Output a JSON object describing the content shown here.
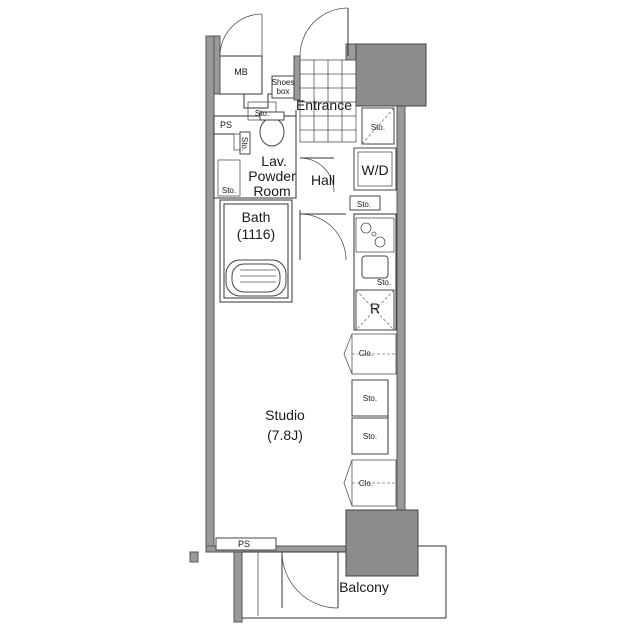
{
  "rooms": {
    "mb": "MB",
    "shoes_box": [
      "Shoes",
      "box"
    ],
    "entrance": "Entrance",
    "ps_top": "PS",
    "sto_entrance": "Sto.",
    "sto_lav_top": "Sto.",
    "sto_lav_side": "Sto.",
    "lav": [
      "Lav.",
      "Powder",
      "Room"
    ],
    "sto_lav_bottom": "Sto.",
    "hall": "Hall",
    "wd": "W/D",
    "sto_hall": "Sto.",
    "bath": [
      "Bath",
      "(1116)"
    ],
    "sto_kitchen": "Sto.",
    "refrigerator": "R",
    "clo_1": "Clo.",
    "sto_1": "Sto.",
    "sto_2": "Sto.",
    "clo_2": "Clo.",
    "studio": [
      "Studio",
      "(7.8J)"
    ],
    "ps_bottom": "PS",
    "balcony": "Balcony"
  }
}
